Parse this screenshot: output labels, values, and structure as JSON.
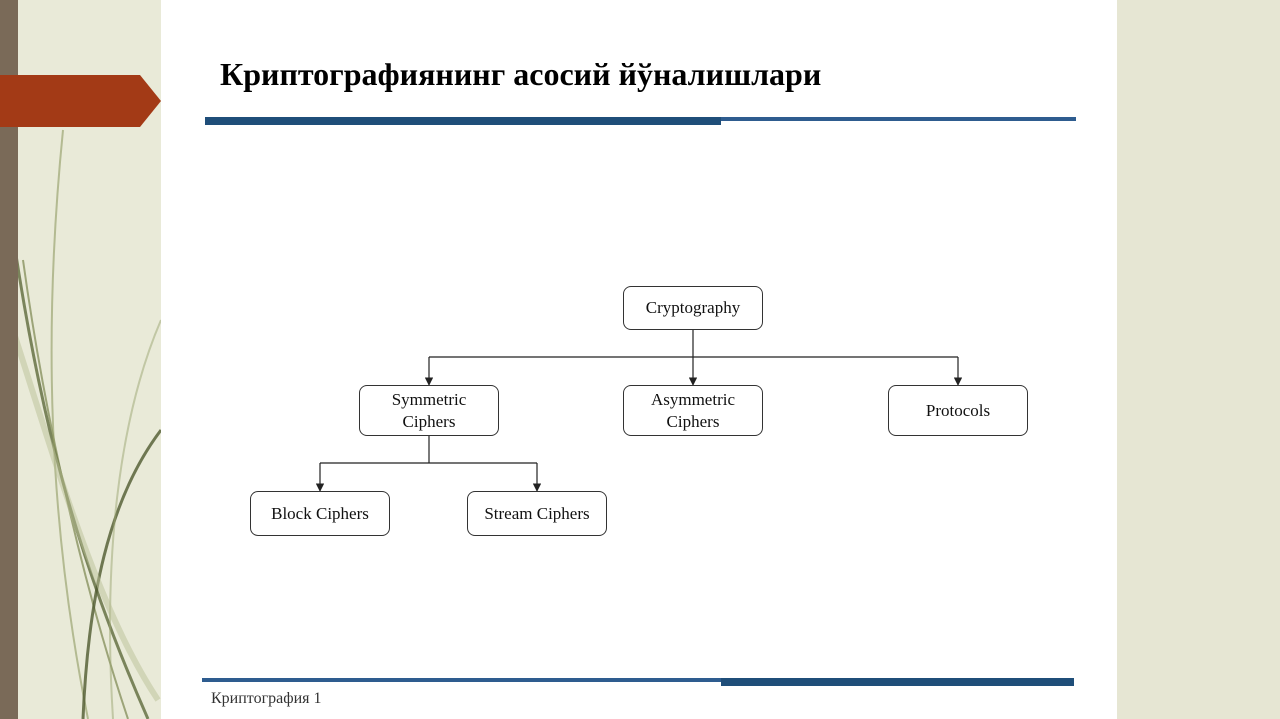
{
  "slide": {
    "title": "Криптографиянинг асосий йўналишлари",
    "footer": "Криптография 1"
  },
  "diagram": {
    "root": "Cryptography",
    "level1": {
      "symmetric": [
        "Symmetric",
        "Ciphers"
      ],
      "asymmetric": [
        "Asymmetric",
        "Ciphers"
      ],
      "protocols": "Protocols"
    },
    "level2": {
      "block": "Block Ciphers",
      "stream": "Stream Ciphers"
    }
  },
  "colors": {
    "accent_red": "#a33a16",
    "rule_blue": "#1f4e79",
    "background": "#e6e6d3"
  }
}
